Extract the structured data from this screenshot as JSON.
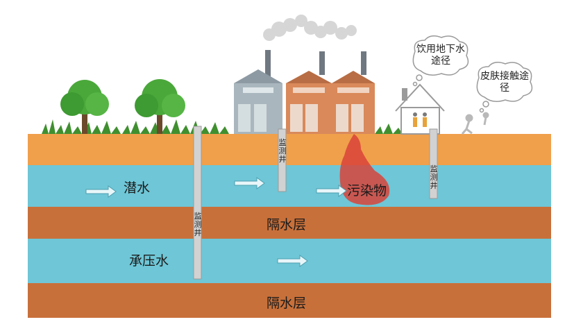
{
  "layers": {
    "phreatic_water": "潜水",
    "aquitard_upper": "隔水层",
    "confined_water": "承压水",
    "aquitard_lower": "隔水层"
  },
  "pollutant": "污染物",
  "monitoring_well": "监测井",
  "pathways": {
    "drinking": "饮用地下水途径",
    "skin": "皮肤接触途径"
  },
  "colors": {
    "topsoil": "#f0a04b",
    "water": "#6ec6d6",
    "aquitard": "#c8703a",
    "pollutant": "#d9433a",
    "grass": "#3f8f2f",
    "tree": "#4aa83a"
  }
}
